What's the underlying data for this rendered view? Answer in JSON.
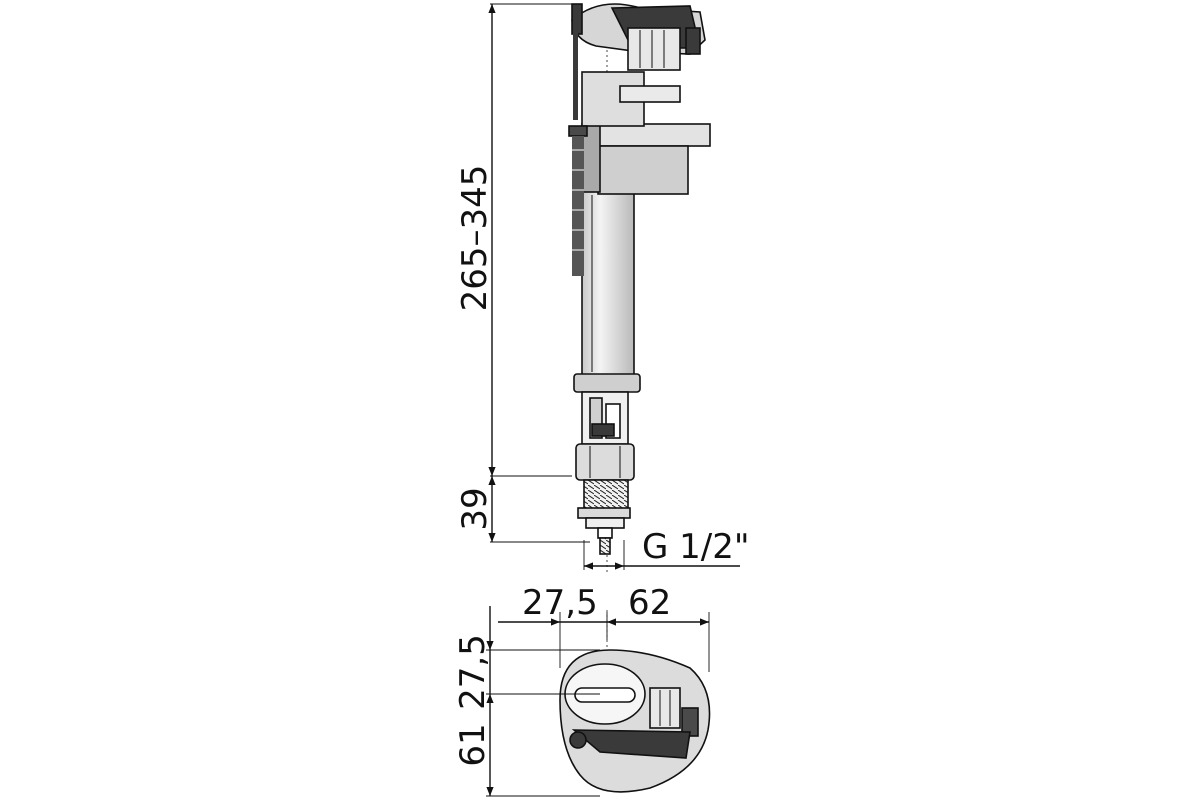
{
  "dimensions": {
    "total_height": "265–345",
    "thread_height": "39",
    "thread_spec": "G 1/2\"",
    "left_offset": "27,5",
    "right_length": "62",
    "top_offset": "27,5",
    "bottom_depth": "61"
  },
  "colors": {
    "line": "#111111",
    "dark_part": "#3a3a3a",
    "light_grey": "#d4d4d4",
    "mid_grey": "#bdbdbd",
    "float_top": "#e3e3e3"
  }
}
